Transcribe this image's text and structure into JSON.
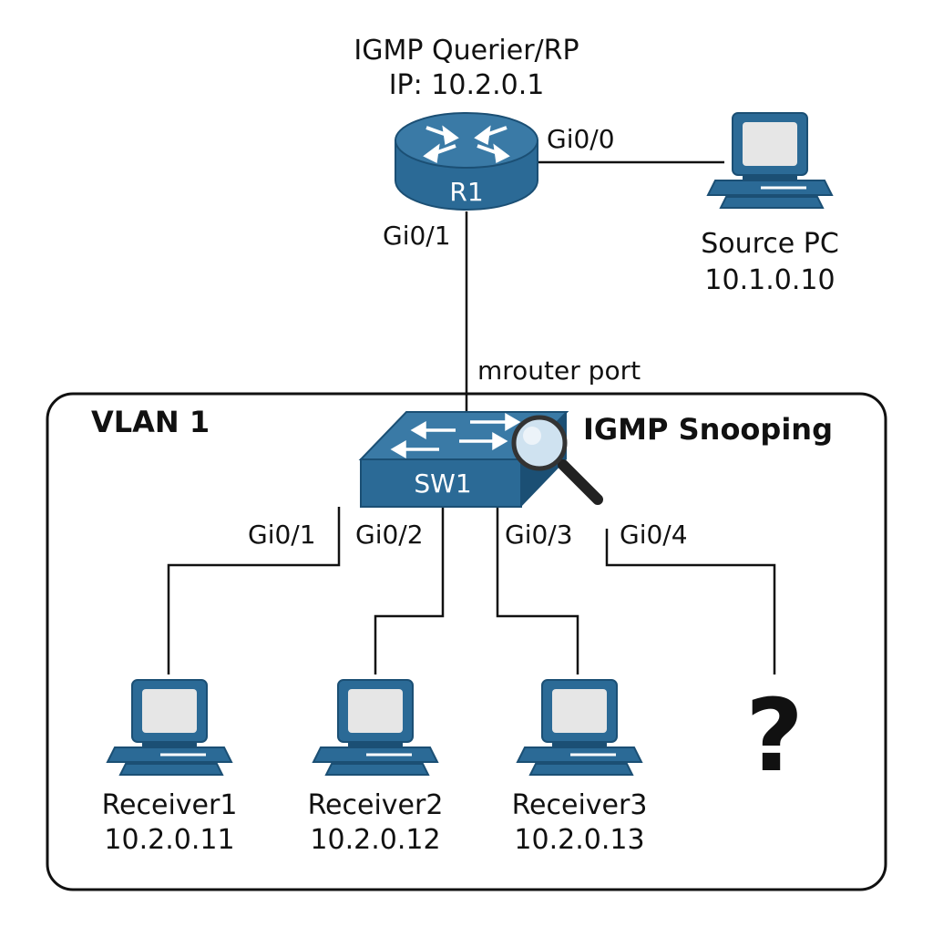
{
  "router": {
    "title": "IGMP Querier/RP",
    "ip": "IP: 10.2.0.1",
    "name": "R1",
    "port_to_source": "Gi0/0",
    "port_to_switch": "Gi0/1"
  },
  "source": {
    "name": "Source PC",
    "ip": "10.1.0.10"
  },
  "uplink": {
    "label": "mrouter port"
  },
  "vlan": {
    "label": "VLAN 1"
  },
  "switch": {
    "name": "SW1",
    "feature": "IGMP Snooping"
  },
  "switch_ports": [
    "Gi0/1",
    "Gi0/2",
    "Gi0/3",
    "Gi0/4"
  ],
  "receivers": [
    {
      "name": "Receiver1",
      "ip": "10.2.0.11"
    },
    {
      "name": "Receiver2",
      "ip": "10.2.0.12"
    },
    {
      "name": "Receiver3",
      "ip": "10.2.0.13"
    }
  ],
  "unknown_host": {
    "symbol": "?"
  },
  "colors": {
    "device_fill": "#2b6a96",
    "device_dark": "#1b4f74",
    "screen": "#e6e6e6",
    "line": "#111111"
  }
}
